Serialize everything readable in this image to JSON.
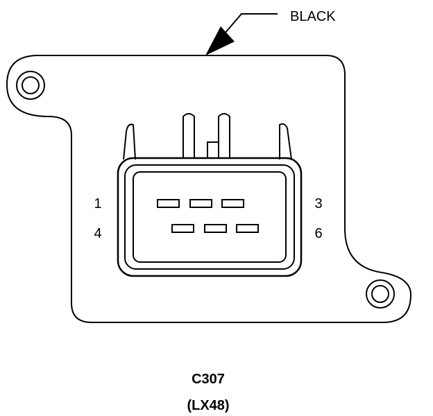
{
  "callout": {
    "color_label": "BLACK"
  },
  "pin_labels": {
    "top_left": "1",
    "top_right": "3",
    "bottom_left": "4",
    "bottom_right": "6"
  },
  "caption": {
    "connector_id": "C307",
    "harness_code": "(LX48)"
  },
  "colors": {
    "line": "#000000",
    "background": "#ffffff"
  }
}
